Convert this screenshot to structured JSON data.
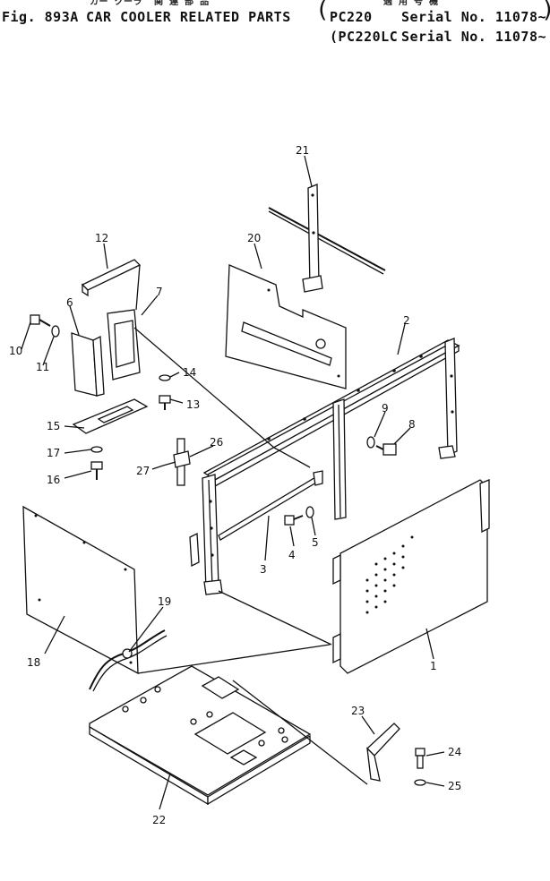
{
  "header": {
    "fig_label": "Fig. 893A",
    "title": "CAR COOLER RELATED PARTS",
    "title_jp": "カー クーラ  関 連 部 品",
    "applicability_jp": "適 用 号 機",
    "serials": [
      {
        "model": "PC220",
        "serial": "Serial No. 11078~"
      },
      {
        "model": "(PC220LC",
        "serial": "Serial No. 11078~ )"
      }
    ]
  },
  "parts": {
    "p1": "1",
    "p2": "2",
    "p3": "3",
    "p4": "4",
    "p5": "5",
    "p6": "6",
    "p7": "7",
    "p8": "8",
    "p9": "9",
    "p10": "10",
    "p11": "11",
    "p12": "12",
    "p13": "13",
    "p14": "14",
    "p15": "15",
    "p16": "16",
    "p17": "17",
    "p18": "18",
    "p19": "19",
    "p20": "20",
    "p21": "21",
    "p22": "22",
    "p23": "23",
    "p24": "24",
    "p25": "25",
    "p26": "26",
    "p27": "27"
  }
}
